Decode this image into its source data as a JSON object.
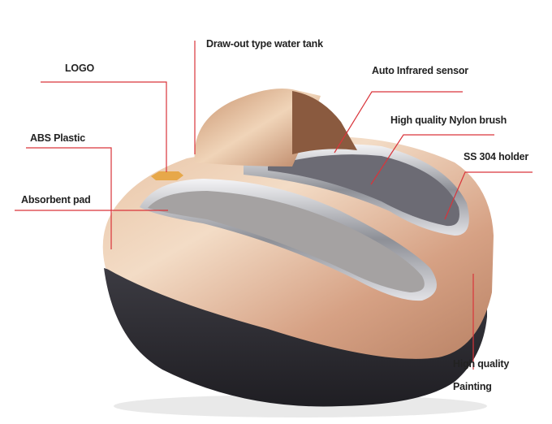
{
  "labels": {
    "logo": "LOGO",
    "water_tank": "Draw-out type water tank",
    "sensor": "Auto Infrared sensor",
    "brush": "High quality Nylon brush",
    "holder": "SS 304 holder",
    "abs": "ABS Plastic",
    "pad": "Absorbent pad",
    "painting_line1": "High quality",
    "painting_line2": "Painting"
  },
  "colors": {
    "callout_line": "#d9343a",
    "label_text": "#222222",
    "shell_gold": "#d9ab8c",
    "base_dark": "#2e2d33"
  }
}
